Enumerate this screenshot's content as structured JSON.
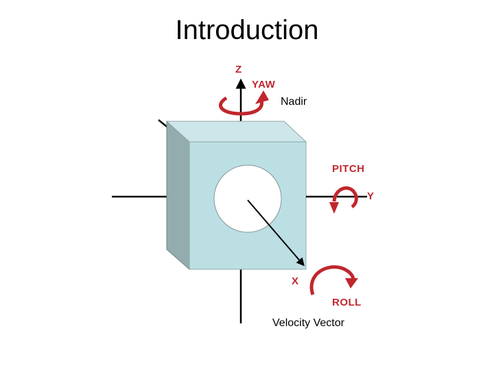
{
  "slide": {
    "title": "Introduction"
  },
  "diagram": {
    "labels": {
      "z": "Z",
      "yaw": "YAW",
      "nadir": "Nadir",
      "pitch": "PITCH",
      "y": "Y",
      "x": "X",
      "roll": "ROLL",
      "velocity": "Velocity Vector"
    },
    "colors": {
      "accent": "#c0272d",
      "cube_front": "#bcdfe3",
      "cube_top": "#cde6ea",
      "cube_side": "#93acae",
      "axis": "#000000"
    }
  }
}
